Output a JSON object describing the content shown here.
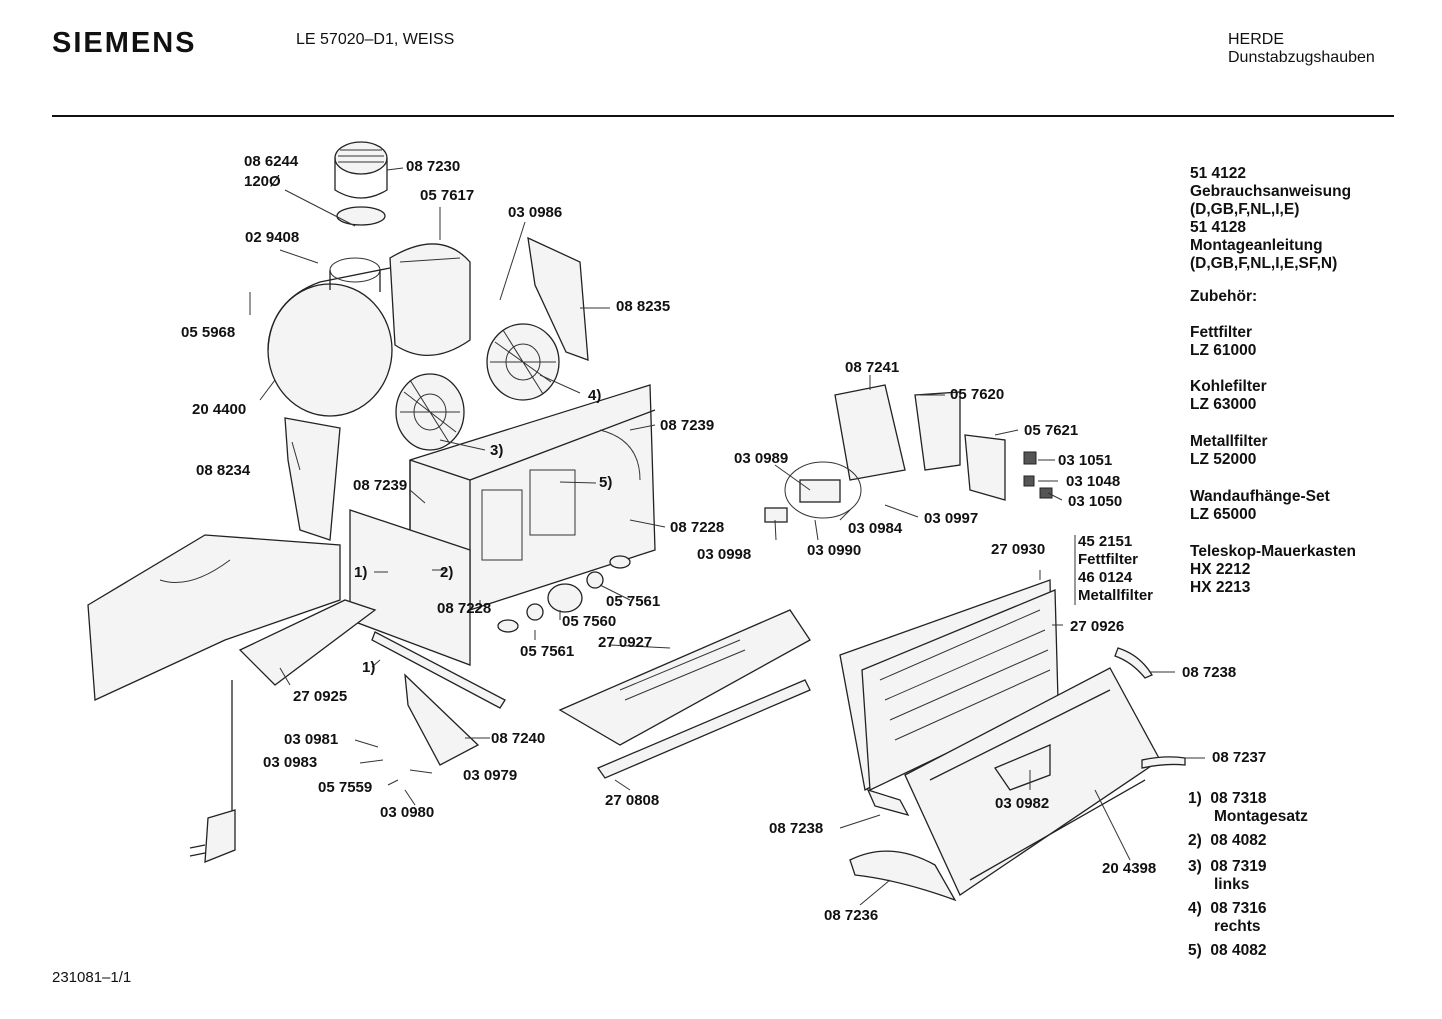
{
  "header": {
    "brand": "SIEMENS",
    "model": "LE 57020–D1, WEISS",
    "category": "HERDE",
    "subcategory": "Dunstabzugshauben"
  },
  "footer": {
    "doc_number": "231081–1/1"
  },
  "callouts": [
    "08 6244",
    "120Ø",
    "08 7230",
    "05 7617",
    "03 0986",
    "02 9408",
    "05 5968",
    "08 8235",
    "20 4400",
    "4)",
    "3)",
    "08 7239",
    "08 8234",
    "08 7239",
    "5)",
    "08 7228",
    "1)",
    "2)",
    "08 7228",
    "05 7561",
    "05 7560",
    "05 7561",
    "27 0927",
    "27 0925",
    "1)",
    "03 0981",
    "08 7240",
    "03 0983",
    "03 0979",
    "05 7559",
    "03 0980",
    "27 0808",
    "08 7241",
    "05 7620",
    "05 7621",
    "03 0989",
    "03 1051",
    "03 1048",
    "03 1050",
    "03 0997",
    "03 0984",
    "03 0998",
    "03 0990",
    "27 0930",
    "45 2151",
    "Fettfilter",
    "46 0124",
    "Metallfilter",
    "27 0926",
    "08 7238",
    "08 7237",
    "03 0982",
    "08 7238",
    "20 4398",
    "08 7236"
  ],
  "accessories": [
    {
      "code": "51 4122",
      "desc": "Gebrauchsanweisung",
      "lang": "(D,GB,F,NL,I,E)"
    },
    {
      "code": "51 4128",
      "desc": "Montageanleitung",
      "lang": "(D,GB,F,NL,I,E,SF,N)"
    },
    {
      "heading": "Zubehör:"
    },
    {
      "name": "Fettfilter",
      "code": "LZ 61000"
    },
    {
      "name": "Kohlefilter",
      "code": "LZ 63000"
    },
    {
      "name": "Metallfilter",
      "code": "LZ 52000"
    },
    {
      "name": "Wandaufhänge-Set",
      "code": "LZ 65000"
    },
    {
      "name": "Teleskop-Mauerkasten",
      "code": "HX 2212",
      "code2": "HX 2213"
    }
  ],
  "legend": [
    {
      "key": "1)",
      "code": "08 7318",
      "desc": "Montagesatz"
    },
    {
      "key": "2)",
      "code": "08 4082",
      "desc": ""
    },
    {
      "key": "3)",
      "code": "08 7319",
      "desc": "links"
    },
    {
      "key": "4)",
      "code": "08 7316",
      "desc": "rechts"
    },
    {
      "key": "5)",
      "code": "08 4082",
      "desc": ""
    }
  ]
}
